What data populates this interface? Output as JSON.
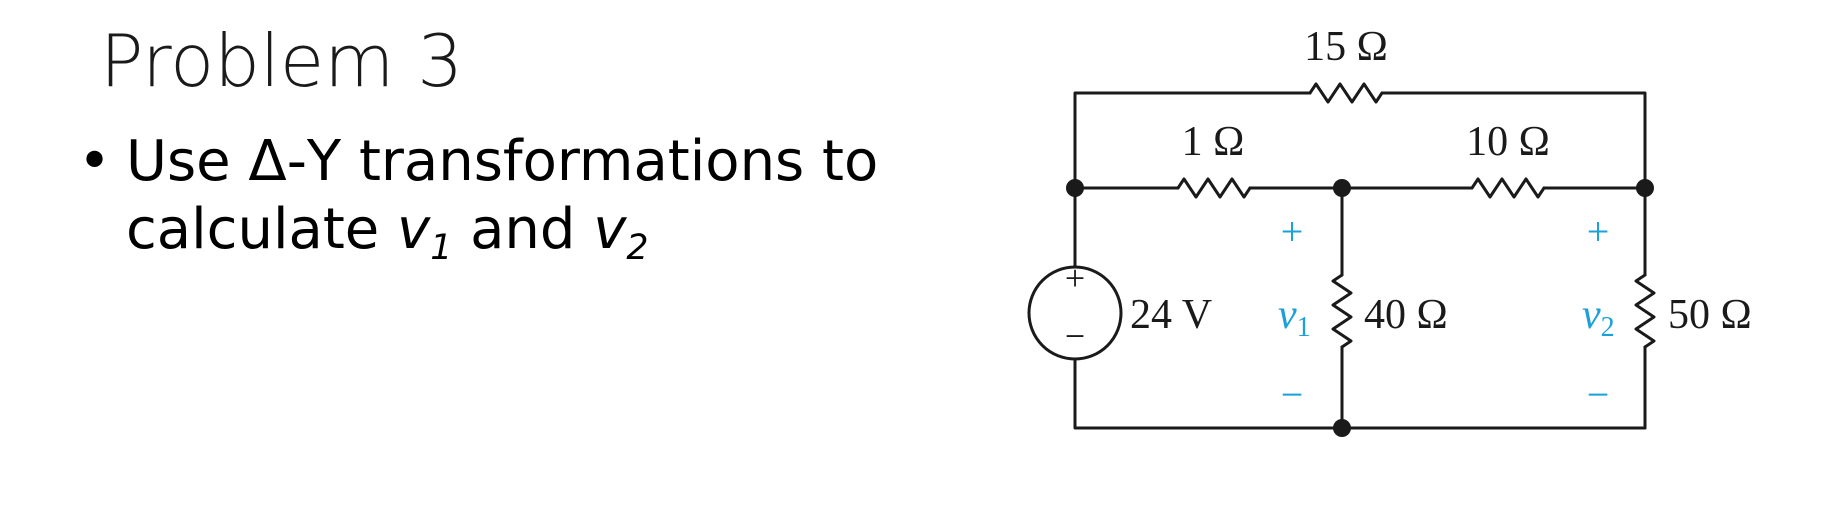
{
  "slide": {
    "title": "Problem 3",
    "bullet": {
      "marker": "•",
      "text_part1": "Use Δ-Y transformations to calculate",
      "var1": "v",
      "var1_sub": "1",
      "connector": "and",
      "var2": "v",
      "var2_sub": "2"
    }
  },
  "circuit": {
    "resistors": {
      "top": "15 Ω",
      "left": "1 Ω",
      "right": "10 Ω",
      "middle": "40 Ω",
      "load": "50 Ω"
    },
    "source": {
      "label": "24 V",
      "plus": "+",
      "minus": "−"
    },
    "v1": {
      "name": "v",
      "sub": "1",
      "plus": "+",
      "minus": "−"
    },
    "v2": {
      "name": "v",
      "sub": "2",
      "plus": "+",
      "minus": "−"
    },
    "colors": {
      "wire": "#1a1a1a",
      "voltage_label": "#1ba1d8"
    }
  }
}
